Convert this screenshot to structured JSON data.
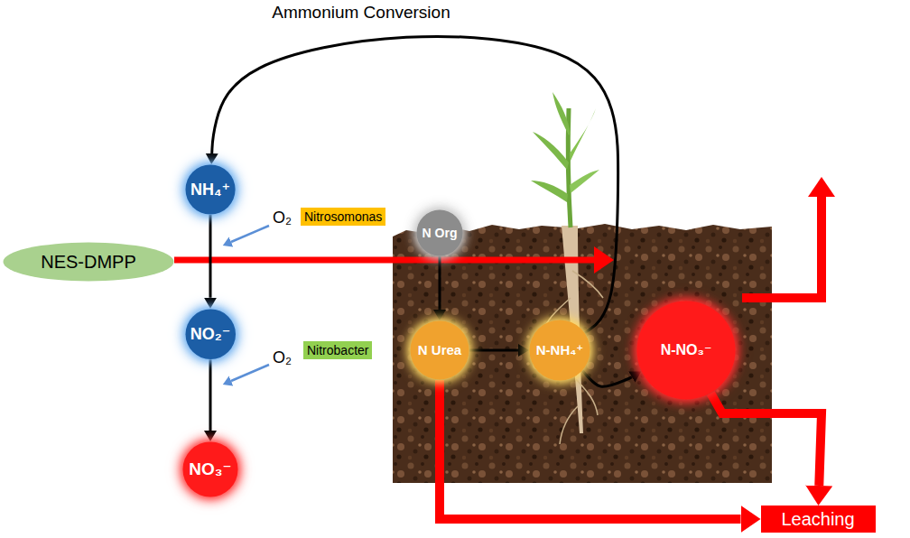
{
  "diagram": {
    "nodes": [
      {
        "text": [
          "NH₄⁺"
        ]
      },
      {
        "text": [
          "NO₂⁻"
        ]
      },
      {
        "text": [
          "NO₃⁻"
        ]
      },
      {
        "text": [
          "NES-DMPP"
        ]
      },
      {
        "text": [
          "Nitrosomonas"
        ]
      },
      {
        "text": [
          "Nitrobacter"
        ]
      },
      {
        "text": [
          "N Org"
        ]
      },
      {
        "text": [
          "N Urea"
        ]
      },
      {
        "text": [
          "N-NH₄⁺"
        ]
      },
      {
        "text": [
          "N-NO₃⁻"
        ]
      },
      {
        "text": [
          "Leaching"
        ]
      }
    ],
    "edges": [
      {
        "from": 0,
        "to": 1,
        "arrow": "to"
      },
      {
        "from": 1,
        "to": 2,
        "arrow": "to"
      },
      {
        "from": 8,
        "to": 0,
        "label": "Ammonium Conversion",
        "arrow": "to"
      },
      {
        "from": 6,
        "to": 7,
        "arrow": "to"
      },
      {
        "from": 7,
        "to": 8,
        "arrow": "to"
      },
      {
        "from": 8,
        "to": 9,
        "arrow": "to"
      },
      {
        "from": 9,
        "to": 10,
        "arrow": "to"
      },
      {
        "from": 7,
        "to": 10,
        "arrow": "to"
      }
    ],
    "labels": [
      "O₂",
      "O₂"
    ]
  }
}
